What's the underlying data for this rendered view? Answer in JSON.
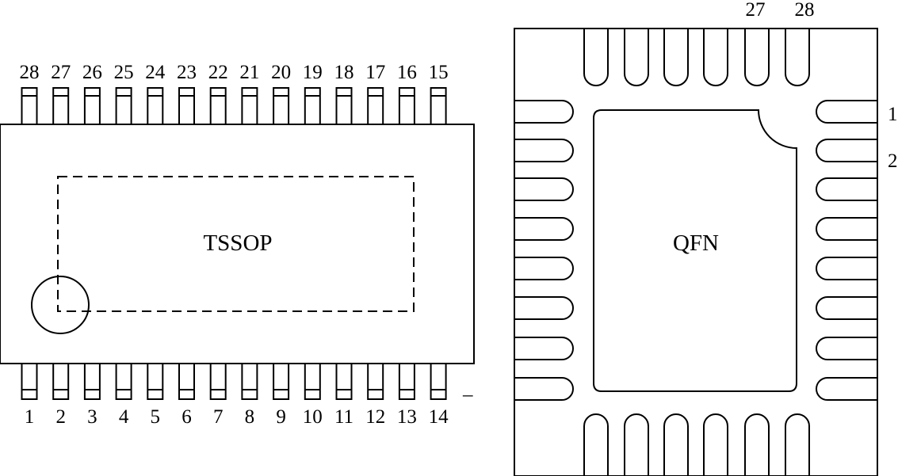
{
  "tssop": {
    "title": "TSSOP",
    "top_pins": [
      "28",
      "27",
      "26",
      "25",
      "24",
      "23",
      "22",
      "21",
      "20",
      "19",
      "18",
      "17",
      "16",
      "15"
    ],
    "bottom_pins": [
      "1",
      "2",
      "3",
      "4",
      "5",
      "6",
      "7",
      "8",
      "9",
      "10",
      "11",
      "12",
      "13",
      "14"
    ],
    "dash_mark": "–"
  },
  "qfn": {
    "title": "QFN",
    "top_pin_labels": [
      "27",
      "28"
    ],
    "right_pin_labels": [
      "1",
      "2"
    ]
  }
}
